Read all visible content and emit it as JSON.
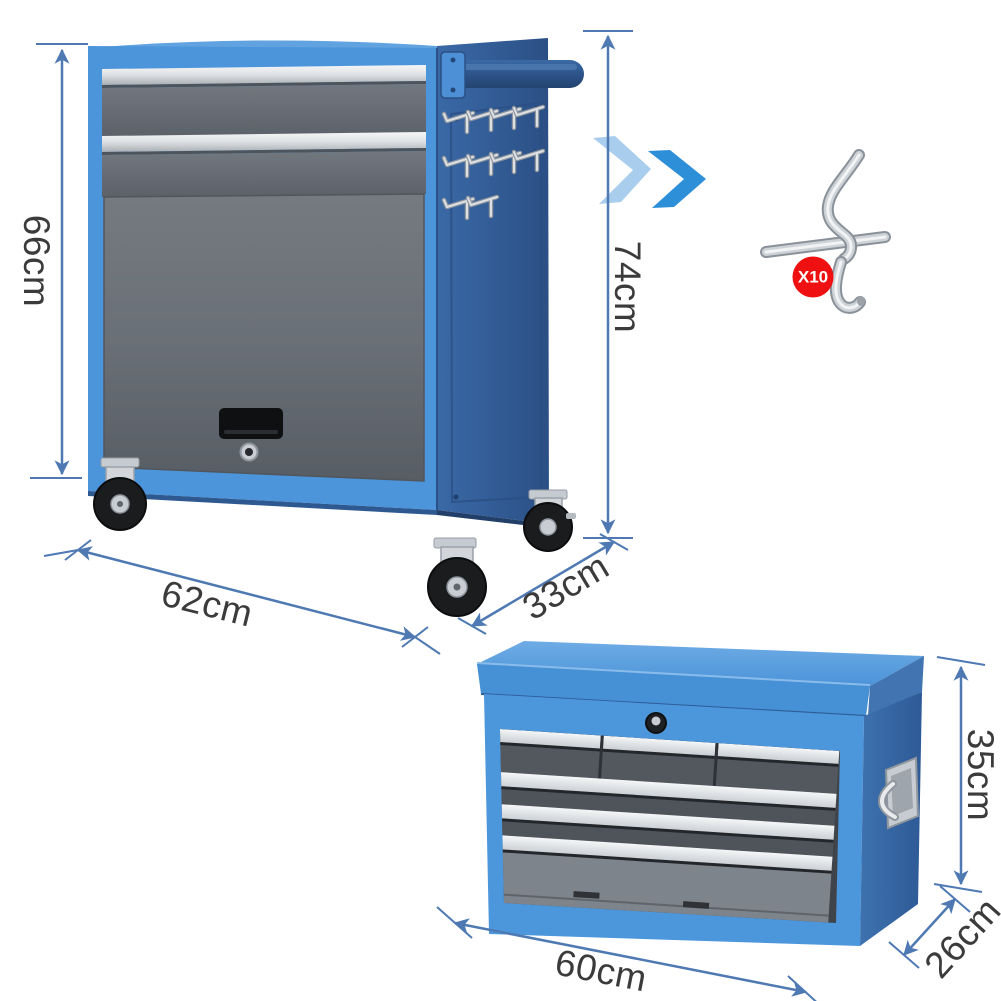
{
  "page": {
    "type": "product-dimension-diagram",
    "background": "#ffffff"
  },
  "colors": {
    "dimension_line": "#4E79B2",
    "dimension_text": "#3B3B3B",
    "cabinet_frame_blue": "#4C95DB",
    "cabinet_side_blue": "#315C97",
    "drawer_gray": "#6A7077",
    "chest_recess_gray": "#3F444B",
    "chest_bottom_drawer_gray": "#7E848B",
    "handle_bar_white": "#EFF1F3",
    "chevron_light_blue": "#A9CDED",
    "chevron_dark_blue": "#2E8FD9",
    "badge_red": "#EF1111",
    "chrome": "#CDD2D7"
  },
  "cabinet": {
    "height_label": "66cm",
    "overall_height_label": "74cm",
    "width_label": "62cm",
    "depth_label": "33cm"
  },
  "chest": {
    "height_label": "35cm",
    "width_label": "60cm",
    "depth_label": "26cm"
  },
  "hook": {
    "quantity_badge": "X10"
  }
}
